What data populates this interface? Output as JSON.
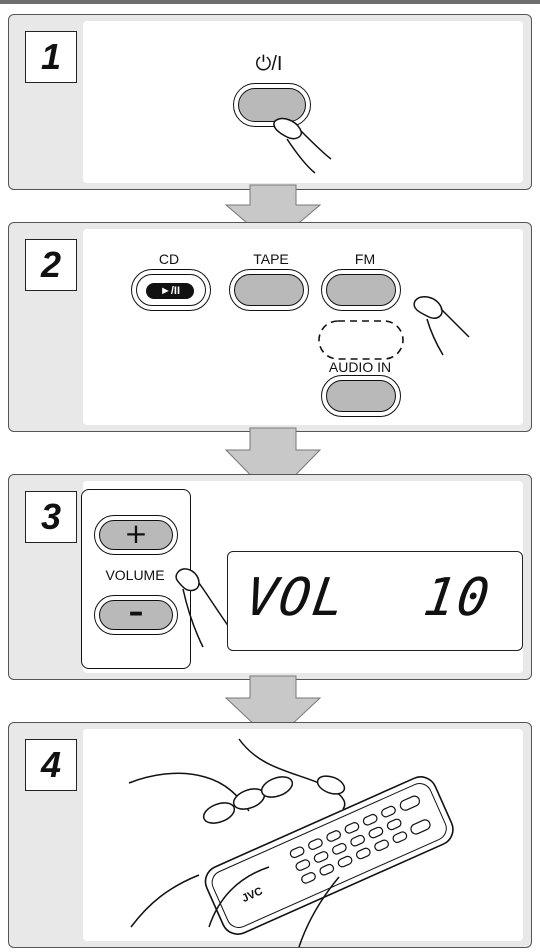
{
  "steps": [
    {
      "number": "1",
      "power_label": "⏻/I"
    },
    {
      "number": "2",
      "cd_label": "CD",
      "cd_button_glyph": "►/II",
      "tape_label": "TAPE",
      "fm_label": "FM",
      "audio_in_label": "AUDIO IN"
    },
    {
      "number": "3",
      "volume_label": "VOLUME",
      "plus_glyph": "+",
      "minus_glyph": "–",
      "display_text_left": "VOL",
      "display_text_right": "10"
    },
    {
      "number": "4",
      "remote_brand": "JVC"
    }
  ],
  "colors": {
    "panel": "#e8e8e8",
    "arrow": "#c8c8c8",
    "button_cap": "#b9b9b9"
  },
  "icons": [
    "hand-pointer-icon",
    "remote-control-icon",
    "down-arrow-icon"
  ]
}
